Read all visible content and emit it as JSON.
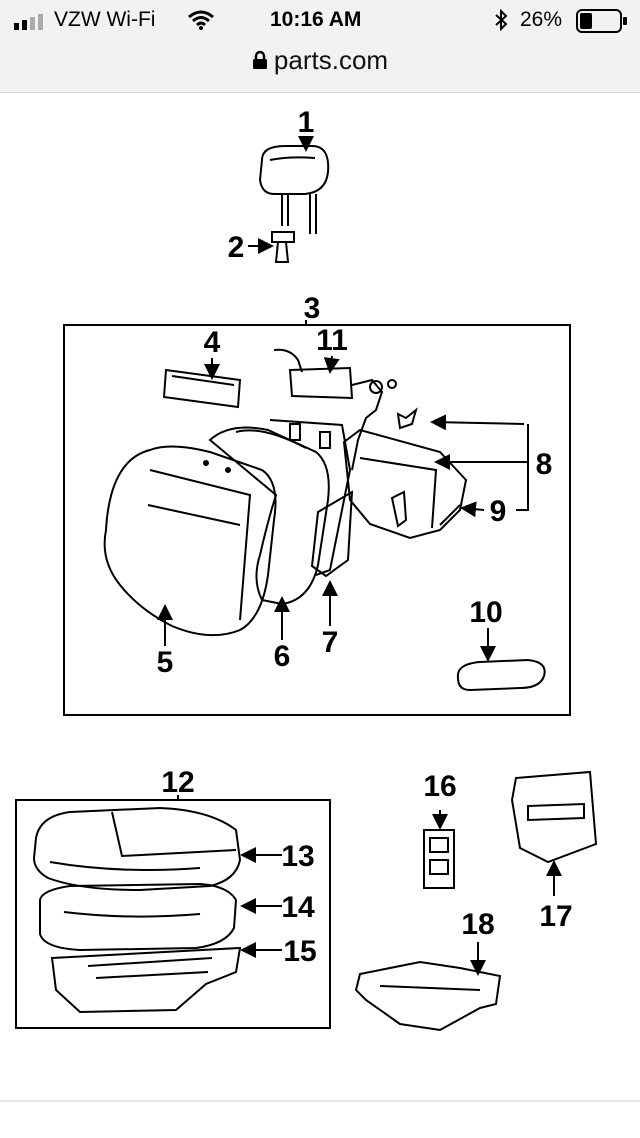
{
  "status_bar": {
    "carrier": "VZW Wi-Fi",
    "time": "10:16 AM",
    "battery": "26%",
    "signal_icon": "signal-bars-icon",
    "wifi_icon": "wifi-icon",
    "bluetooth_icon": "bluetooth-icon",
    "battery_icon": "battery-icon"
  },
  "browser": {
    "url": "parts.com",
    "lock_icon": "lock-icon"
  },
  "diagram": {
    "callouts": [
      "1",
      "2",
      "3",
      "4",
      "5",
      "6",
      "7",
      "8",
      "9",
      "10",
      "11",
      "12",
      "13",
      "14",
      "15",
      "16",
      "17",
      "18"
    ]
  }
}
